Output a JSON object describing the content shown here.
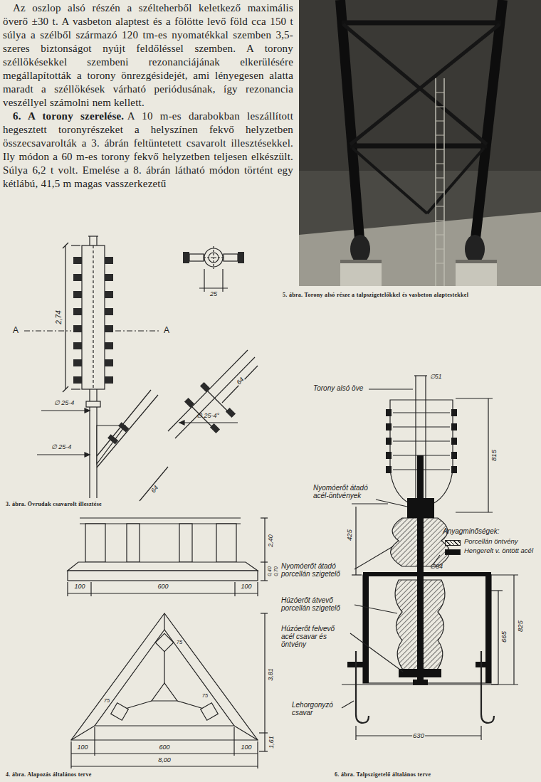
{
  "diagram": {
    "labels": [
      "Az oszlop alsó részén a szélteherből keletkező maximális överő ±30 t. A vasbeton alaptest és a fölötte levő föld cca 150 t súlya a szélből származó 120 tm-es nyomatékkal szemben 3,5-szeres biztonságot nyújt feldőléssel szemben. A torony széllökésekkel szembeni rezonanciájának elkerülésére megállapították a torony önrezgésidejét, ami lényegesen alatta maradt a széllökések várható periódusának, így rezonancia veszéllyel számolni nem kellett.",
      "6. A torony szerelése.",
      "A 10 m-es darabokban leszállított hegesztett toronyrészeket a helyszínen fekvő helyzetben összecsavarolták a 3. ábrán feltüntetett csavarolt illesztésekkel. Ily módon a 60 m-es torony fekvő helyzetben teljesen elkészült. Súlya 6,2 t volt. Emelése a 8. ábrán látható módon történt egy kétlábú, 41,5 m magas vasszerkezetű",
      "5. ábra. Torony alsó része a talpszigetelőkkel és vasbeton alaptestekkel",
      "25",
      "2,74",
      "A",
      "A",
      "∅ 25-4",
      "∅ 25-4",
      "∅ 25-4°",
      "64",
      "64",
      "3. ábra. Övrudak csavarolt illesztése",
      "100",
      "600",
      "100",
      "2,40",
      "0,40",
      "0,70",
      "75",
      "75",
      "75",
      "3,81",
      "1,61",
      "100",
      "600",
      "100",
      "8,00",
      "4. ábra. Alapozás általános terve",
      "Torony alsó öve",
      "∅51",
      "815",
      "Nyomóerőt átadó acél-öntvények",
      "425",
      "Anyagminőségek:",
      "∅84",
      "Nyomóerőt átadó porcellán szigetelő",
      "Húzóerőt átvevő porcellán szigetelő",
      "Húzóerőt felvevő acél csavar és öntvény",
      "665",
      "825",
      "Lehorgonyzó csavar",
      "630",
      "6. ábra. Talpszigetelő általános terve"
    ],
    "legend": [
      {
        "text": "Porcellán öntvény"
      },
      {
        "text": "Hengerelt v. öntött acél",
        "color": "#111111"
      }
    ]
  }
}
